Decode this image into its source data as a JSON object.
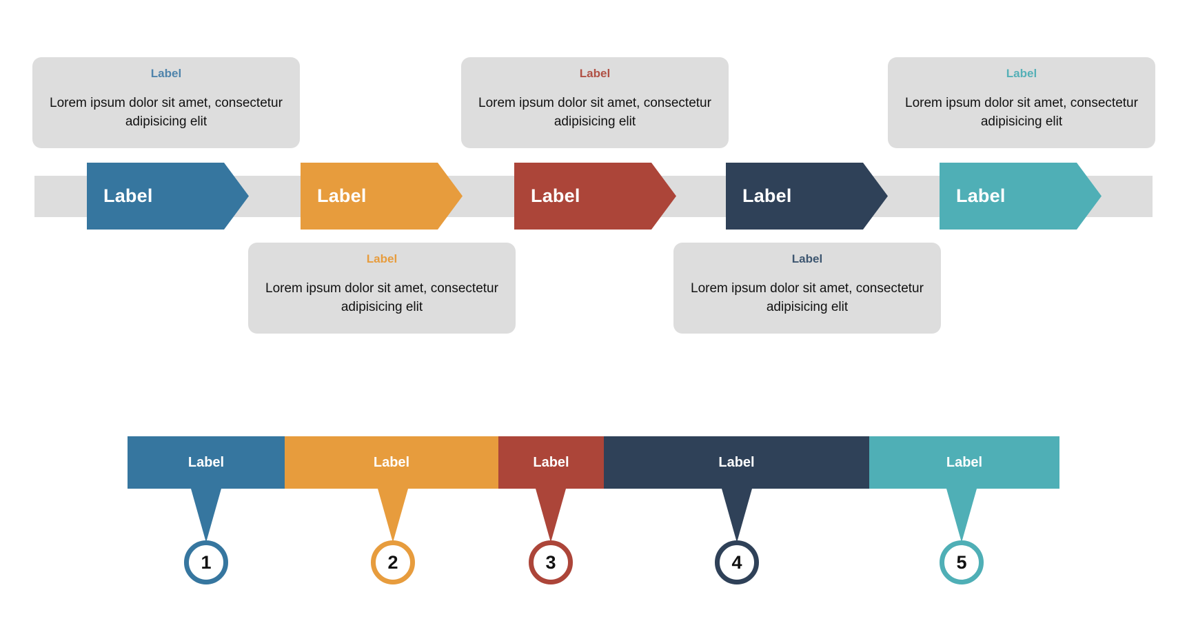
{
  "palette": {
    "blue": "#36769f",
    "orange": "#e79c3d",
    "red": "#ac4539",
    "navy": "#2f4158",
    "teal": "#4fafb6",
    "band_gray": "#dddddd",
    "card_gray": "#dddddd",
    "white": "#ffffff",
    "text_dark": "#111111",
    "page_background": "#ffffff"
  },
  "chevron_timeline": {
    "band_color": "#dddddd",
    "steps": [
      {
        "label": "Label",
        "color": "#36769f",
        "card_position": "above"
      },
      {
        "label": "Label",
        "color": "#e79c3d",
        "card_position": "below"
      },
      {
        "label": "Label",
        "color": "#ac4539",
        "card_position": "above"
      },
      {
        "label": "Label",
        "color": "#2f4158",
        "card_position": "below"
      },
      {
        "label": "Label",
        "color": "#4fafb6",
        "card_position": "above"
      }
    ],
    "cards": [
      {
        "title": "Label",
        "title_color": "#4e83ab",
        "body": "Lorem ipsum dolor sit amet, consectetur adipisicing elit",
        "position": "above"
      },
      {
        "title": "Label",
        "title_color": "#e79c3d",
        "body": "Lorem ipsum dolor sit amet, consectetur adipisicing elit",
        "position": "below"
      },
      {
        "title": "Label",
        "title_color": "#b05044",
        "body": "Lorem ipsum dolor sit amet, consectetur adipisicing elit",
        "position": "above"
      },
      {
        "title": "Label",
        "title_color": "#3d5670",
        "body": "Lorem ipsum dolor sit amet, consectetur adipisicing elit",
        "position": "below"
      },
      {
        "title": "Label",
        "title_color": "#55b0b7",
        "body": "Lorem ipsum dolor sit amet, consectetur adipisicing elit",
        "position": "above"
      }
    ]
  },
  "segmented_bar": {
    "segments": [
      {
        "label": "Label",
        "color": "#36769f",
        "number": "1"
      },
      {
        "label": "Label",
        "color": "#e79c3d",
        "number": "2"
      },
      {
        "label": "Label",
        "color": "#ac4539",
        "number": "3"
      },
      {
        "label": "Label",
        "color": "#2f4158",
        "number": "4"
      },
      {
        "label": "Label",
        "color": "#4fafb6",
        "number": "5"
      }
    ]
  }
}
